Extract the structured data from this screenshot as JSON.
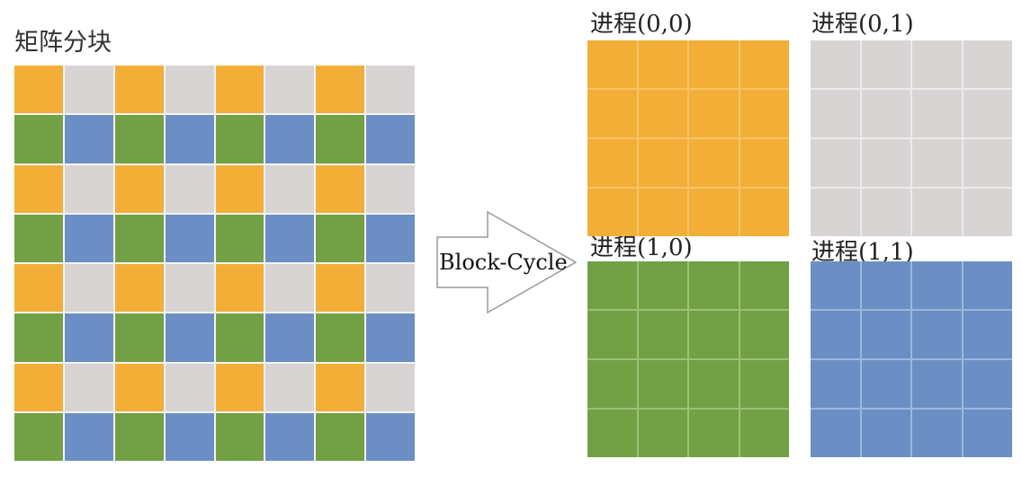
{
  "matrix": {
    "title": "矩阵分块",
    "rows": 8,
    "cols": 8
  },
  "arrow": {
    "label": "Block-Cycle"
  },
  "processes": [
    {
      "id": "p00",
      "label": "进程(0,0)",
      "color": "#f2ae37",
      "line": "#f7c466"
    },
    {
      "id": "p01",
      "label": "进程(0,1)",
      "color": "#d8d4d3",
      "line": "#eceaea"
    },
    {
      "id": "p10",
      "label": "进程(1,0)",
      "color": "#72a044",
      "line": "#9cc17a"
    },
    {
      "id": "p11",
      "label": "进程(1,1)",
      "color": "#6b8fc4",
      "line": "#9fb6dc"
    }
  ],
  "colors": {
    "orange": "#f2ae37",
    "gray": "#d8d4d3",
    "green": "#72a044",
    "blue": "#6b8fc4"
  }
}
